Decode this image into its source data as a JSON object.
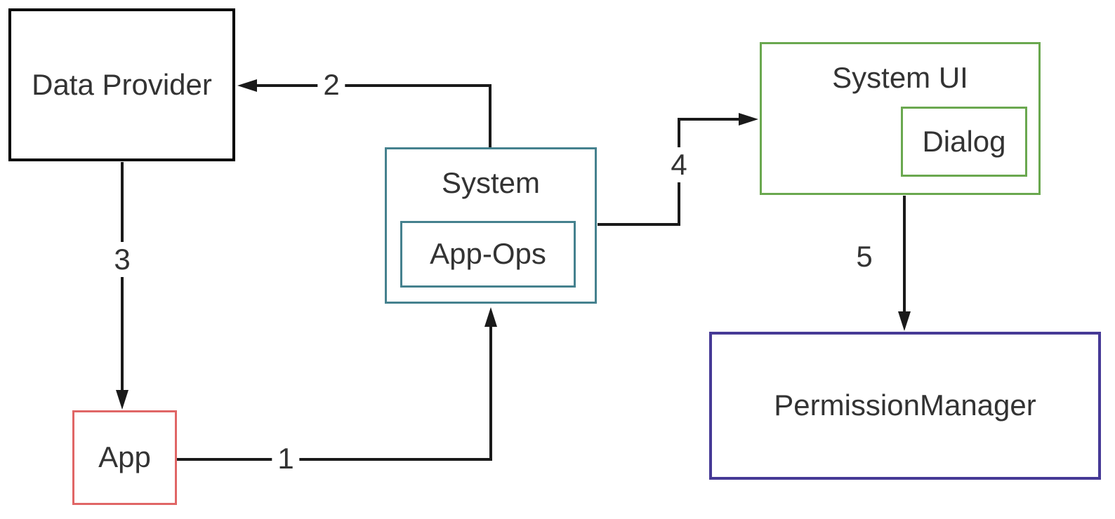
{
  "diagram": {
    "background_color": "#ffffff",
    "text_color": "#333333",
    "arrow_color": "#1a1a1a",
    "nodes": {
      "data_provider": {
        "label": "Data Provider",
        "border_color": "#000000"
      },
      "app": {
        "label": "App",
        "border_color": "#e06666"
      },
      "system": {
        "label": "System",
        "border_color": "#45818e"
      },
      "app_ops": {
        "label": "App-Ops",
        "border_color": "#45818e",
        "parent": "system"
      },
      "system_ui": {
        "label": "System UI",
        "border_color": "#6aa84f"
      },
      "dialog": {
        "label": "Dialog",
        "border_color": "#6aa84f",
        "parent": "system_ui"
      },
      "permission_manager": {
        "label": "PermissionManager",
        "border_color": "#463a96"
      }
    },
    "edges": [
      {
        "label": "1",
        "from": "app",
        "to": "system"
      },
      {
        "label": "2",
        "from": "system",
        "to": "data_provider"
      },
      {
        "label": "3",
        "from": "data_provider",
        "to": "app"
      },
      {
        "label": "4",
        "from": "system",
        "to": "system_ui"
      },
      {
        "label": "5",
        "from": "system_ui",
        "to": "permission_manager"
      }
    ]
  }
}
